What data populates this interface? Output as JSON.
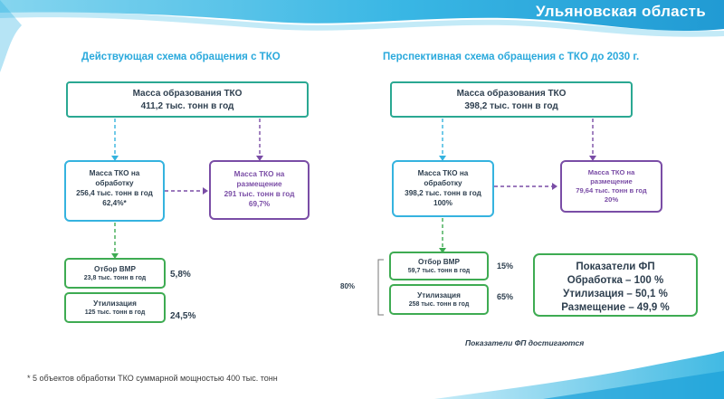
{
  "header": {
    "region": "Ульяновская область"
  },
  "left": {
    "title": "Действующая схема обращения с ТКО",
    "mass_box": {
      "line1": "Масса образования ТКО",
      "line2": "411,2 тыс. тонн в год"
    },
    "processing_box": {
      "line1": "Масса ТКО на",
      "line2": "обработку",
      "line3": "256,4 тыс. тонн в год",
      "line4": "62,4%*"
    },
    "placement_box": {
      "line1": "Масса  ТКО на",
      "line2": "размещение",
      "line3": "291 тыс. тонн в год",
      "line4": "69,7%"
    },
    "vmr_box": {
      "line1": "Отбор ВМР",
      "line2": "23,8 тыс. тонн  в год",
      "pct": "5,8%"
    },
    "util_box": {
      "line1": "Утилизация",
      "line2": "125 тыс. тонн в год",
      "pct": "24,5%"
    }
  },
  "right": {
    "title": "Перспективная схема обращения с ТКО до 2030 г.",
    "mass_box": {
      "line1": "Масса образования ТКО",
      "line2": "398,2 тыс. тонн в год"
    },
    "processing_box": {
      "line1": "Масса ТКО на",
      "line2": "обработку",
      "line3": "398,2 тыс. тонн в год",
      "line4": "100%"
    },
    "placement_box": {
      "line1": "Масса  ТКО на",
      "line2": "размещение",
      "line3": "79,64 тыс. тонн в год",
      "line4": "20%"
    },
    "vmr_box": {
      "line1": "Отбор ВМР",
      "line2": "59,7 тыс. тонн в год",
      "pct": "15%"
    },
    "util_box": {
      "line1": "Утилизация",
      "line2": "258 тыс. тонн в год",
      "pct": "65%"
    },
    "bracket_pct": "80%",
    "indicators": {
      "title": "Показатели ФП",
      "item1": "Обработка – 100 %",
      "item2": "Утилизация – 50,1 %",
      "item3": "Размещение – 49,9 %"
    },
    "note": "Показатели ФП достигаются"
  },
  "footnote": "* 5 объектов обработки ТКО суммарной мощностью 400 тыс. тонн",
  "colors": {
    "teal": "#2aa892",
    "green": "#3eab52",
    "blue": "#35b3df",
    "purple": "#7a4da6",
    "title": "#2aa9dc"
  }
}
